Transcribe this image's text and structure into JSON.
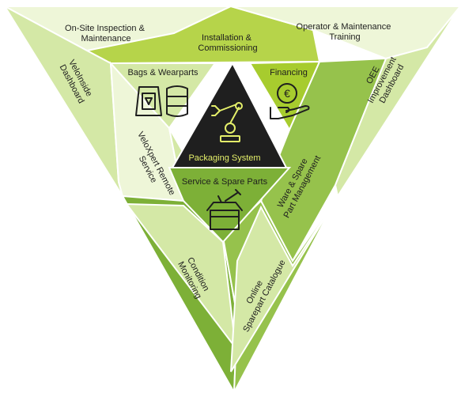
{
  "colors": {
    "pale": "#eef6d8",
    "light": "#d4e8a6",
    "lime": "#b6d44a",
    "bright": "#a7cc2e",
    "green": "#7db037",
    "mid": "#96c24c",
    "dark": "#1f1f1f",
    "accent": "#e4ef6a"
  },
  "center": {
    "label": "Packaging System",
    "icon": "robot-arm-icon"
  },
  "inner": {
    "bags": {
      "label": "Bags & Wearparts",
      "icon": "bag-and-barrel-icon"
    },
    "financing": {
      "label": "Financing",
      "icon": "euro-coin-hand-icon"
    },
    "service": {
      "label": "Service & Spare Parts",
      "icon": "toolbox-icon"
    }
  },
  "outer": {
    "onsite": {
      "line1": "On-Site Inspection &",
      "line2": "Maintenance"
    },
    "install": {
      "line1": "Installation &",
      "line2": "Commissioning"
    },
    "operator": {
      "line1": "Operator & Maintenance",
      "line2": "Training"
    },
    "veloinside": {
      "line1": "VeloInside",
      "line2": "Dashboard"
    },
    "oee": {
      "line1": "OEE",
      "line2": "Improvement",
      "line3": "Dashboard"
    },
    "veloxpert": {
      "line1": "VeloXpert Remote",
      "line2": "Service"
    },
    "ware": {
      "line1": "Ware & Spare",
      "line2": "Part Management"
    },
    "condition": {
      "line1": "Condition",
      "line2": "Monitoring"
    },
    "catalogue": {
      "line1": "Online",
      "line2": "Sparepart Catalogue"
    }
  }
}
